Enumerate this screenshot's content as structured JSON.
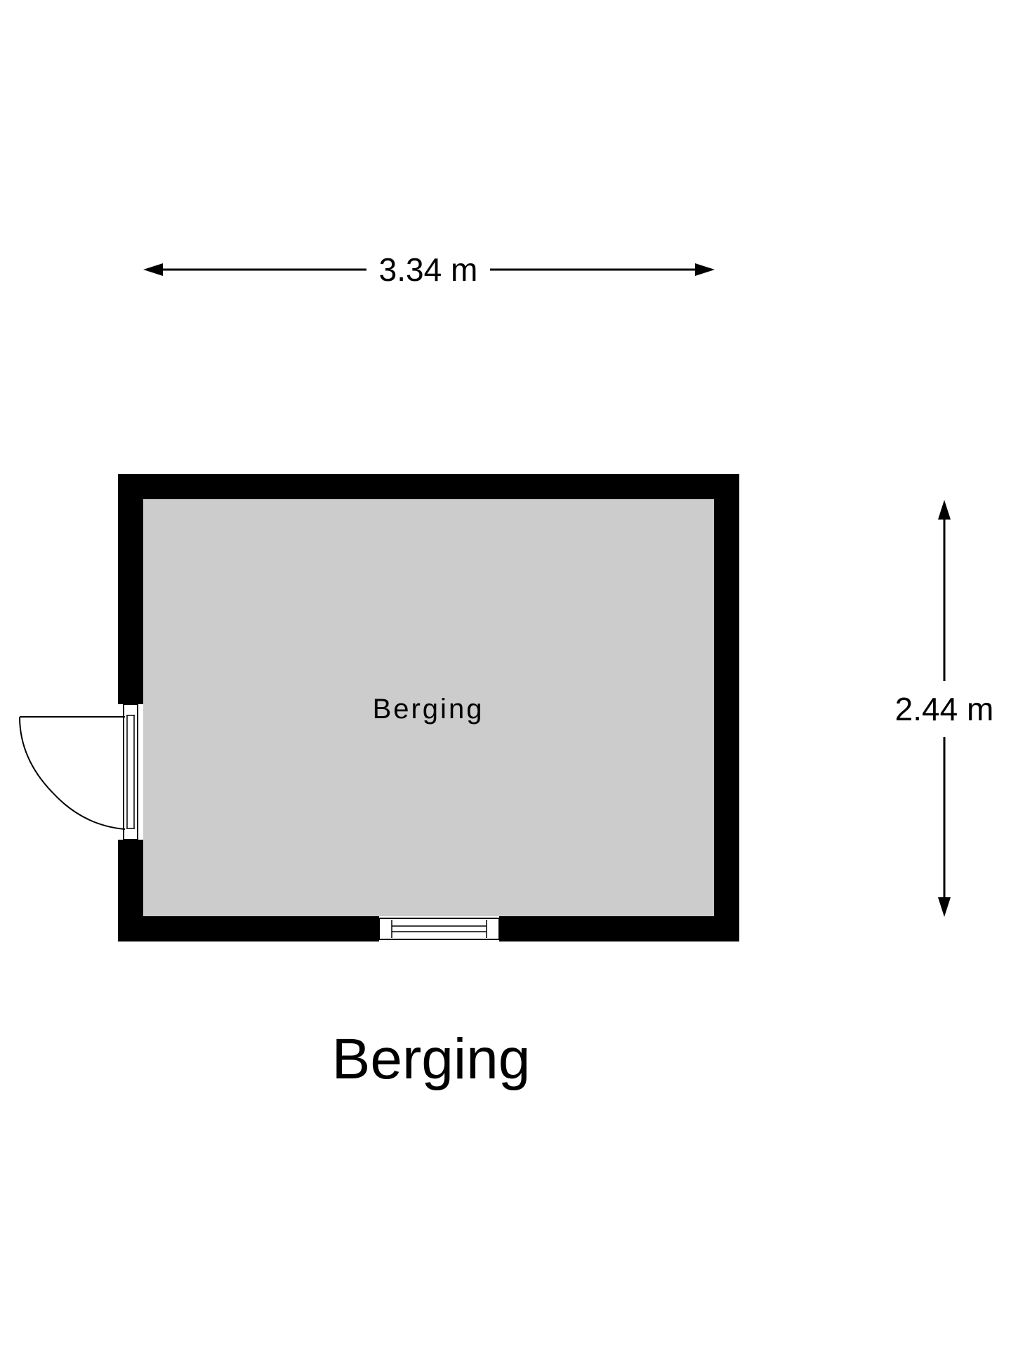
{
  "plan": {
    "title": "Berging",
    "room_label": "Berging",
    "width_dimension": "3.34 m",
    "height_dimension": "2.44 m"
  },
  "colors": {
    "wall": "#000000",
    "floor": "#cccccc",
    "background": "#ffffff"
  },
  "icons": {
    "door": "door-swing-icon",
    "window": "window-icon",
    "arrow": "dimension-arrow-icon"
  }
}
